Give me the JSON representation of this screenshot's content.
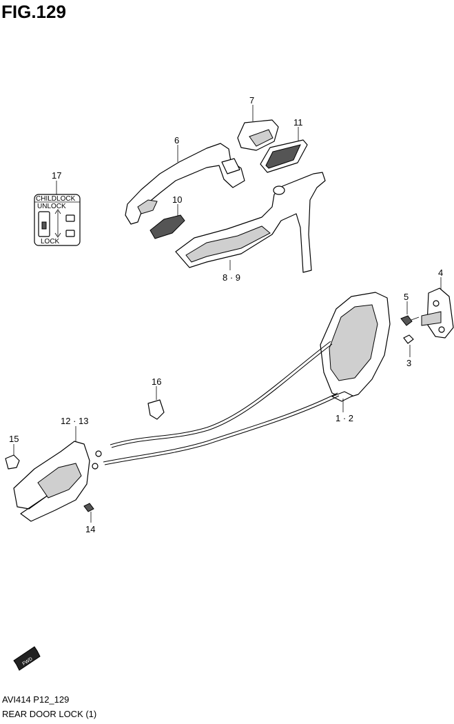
{
  "figure": {
    "title": "FIG.129"
  },
  "footer": {
    "code": "AVI414 P12_129",
    "caption": "REAR DOOR LOCK (1)"
  },
  "labels": {
    "p7": "7",
    "p11": "11",
    "p6": "6",
    "p17": "17",
    "p10": "10",
    "p8_9": "8 · 9",
    "p4": "4",
    "p5": "5",
    "p3": "3",
    "p16": "16",
    "p1_2": "1 · 2",
    "p12_13": "12 · 13",
    "p15": "15",
    "p14": "14"
  },
  "child_lock_label": {
    "header": "CHILDLOCK",
    "unlock": "UNLOCK",
    "lock": "LOCK"
  },
  "fwd_arrow": {
    "text": "FWD"
  }
}
